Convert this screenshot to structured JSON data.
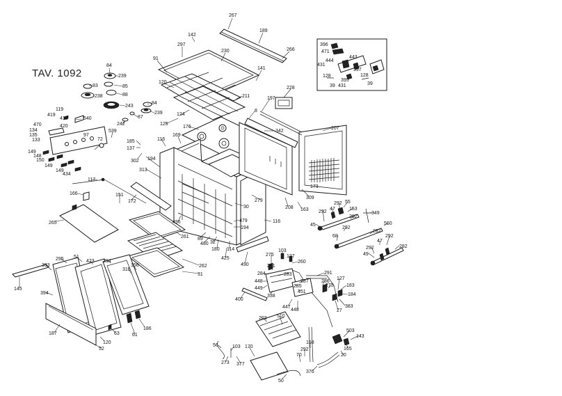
{
  "title": "TAV. 1092",
  "callouts": [
    {
      "id": "c267",
      "text": "267"
    },
    {
      "id": "c189",
      "text": "189"
    },
    {
      "id": "c142",
      "text": "142"
    },
    {
      "id": "c297",
      "text": "297"
    },
    {
      "id": "c230",
      "text": "230"
    },
    {
      "id": "c266",
      "text": "266"
    },
    {
      "id": "c91",
      "text": "91"
    },
    {
      "id": "c141",
      "text": "141"
    },
    {
      "id": "c84a",
      "text": "84"
    },
    {
      "id": "c239a",
      "text": "239"
    },
    {
      "id": "c83",
      "text": "83"
    },
    {
      "id": "c85",
      "text": "85"
    },
    {
      "id": "c238",
      "text": "238"
    },
    {
      "id": "c88",
      "text": "88"
    },
    {
      "id": "c243",
      "text": "243"
    },
    {
      "id": "c84b",
      "text": "84"
    },
    {
      "id": "c239b",
      "text": "239"
    },
    {
      "id": "c87",
      "text": "87"
    },
    {
      "id": "c242",
      "text": "242"
    },
    {
      "id": "c120a",
      "text": "120"
    },
    {
      "id": "c211",
      "text": "211"
    },
    {
      "id": "c228",
      "text": "228"
    },
    {
      "id": "c197",
      "text": "197"
    },
    {
      "id": "c124",
      "text": "124"
    },
    {
      "id": "c8",
      "text": "8"
    },
    {
      "id": "c125",
      "text": "125"
    },
    {
      "id": "c176",
      "text": "176"
    },
    {
      "id": "c342",
      "text": "342"
    },
    {
      "id": "c207",
      "text": "207"
    },
    {
      "id": "c119",
      "text": "119"
    },
    {
      "id": "c418",
      "text": "418"
    },
    {
      "id": "c540",
      "text": "540"
    },
    {
      "id": "c419",
      "text": "419"
    },
    {
      "id": "c420",
      "text": "420"
    },
    {
      "id": "c470",
      "text": "470"
    },
    {
      "id": "c134",
      "text": "134"
    },
    {
      "id": "c135",
      "text": "135"
    },
    {
      "id": "c133",
      "text": "133"
    },
    {
      "id": "c97",
      "text": "97"
    },
    {
      "id": "c72",
      "text": "72"
    },
    {
      "id": "c539",
      "text": "539"
    },
    {
      "id": "c169",
      "text": "169"
    },
    {
      "id": "c116a",
      "text": "116"
    },
    {
      "id": "c185",
      "text": "185"
    },
    {
      "id": "c137",
      "text": "137"
    },
    {
      "id": "c302",
      "text": "302"
    },
    {
      "id": "c149a",
      "text": "149"
    },
    {
      "id": "c148",
      "text": "148"
    },
    {
      "id": "c150",
      "text": "150"
    },
    {
      "id": "c149b",
      "text": "149"
    },
    {
      "id": "c149c",
      "text": "149"
    },
    {
      "id": "c434",
      "text": "434"
    },
    {
      "id": "c194a",
      "text": "194"
    },
    {
      "id": "c313",
      "text": "313"
    },
    {
      "id": "c117",
      "text": "117"
    },
    {
      "id": "c173",
      "text": "173"
    },
    {
      "id": "c166",
      "text": "166"
    },
    {
      "id": "c151",
      "text": "151"
    },
    {
      "id": "c172",
      "text": "172"
    },
    {
      "id": "c279",
      "text": "279"
    },
    {
      "id": "c309",
      "text": "309"
    },
    {
      "id": "c208",
      "text": "208"
    },
    {
      "id": "c163",
      "text": "163"
    },
    {
      "id": "c30",
      "text": "30"
    },
    {
      "id": "c265",
      "text": "265"
    },
    {
      "id": "c496",
      "text": "496"
    },
    {
      "id": "c479",
      "text": "479"
    },
    {
      "id": "c194b",
      "text": "194"
    },
    {
      "id": "c116b",
      "text": "116"
    },
    {
      "id": "c261",
      "text": "261"
    },
    {
      "id": "c89",
      "text": "89"
    },
    {
      "id": "c480",
      "text": "480"
    },
    {
      "id": "c32",
      "text": "32"
    },
    {
      "id": "c180",
      "text": "180"
    },
    {
      "id": "c114",
      "text": "114"
    },
    {
      "id": "c425",
      "text": "425"
    },
    {
      "id": "c490",
      "text": "490"
    },
    {
      "id": "c262",
      "text": "262"
    },
    {
      "id": "c31",
      "text": "31"
    },
    {
      "id": "c292a",
      "text": "292"
    },
    {
      "id": "c47a",
      "text": "47"
    },
    {
      "id": "c292b",
      "text": "292"
    },
    {
      "id": "c55",
      "text": "55"
    },
    {
      "id": "c153",
      "text": "153"
    },
    {
      "id": "c349",
      "text": "349"
    },
    {
      "id": "c282a",
      "text": "282"
    },
    {
      "id": "c45",
      "text": "45"
    },
    {
      "id": "c560",
      "text": "560"
    },
    {
      "id": "c292c",
      "text": "292"
    },
    {
      "id": "c68",
      "text": "68"
    },
    {
      "id": "c282b",
      "text": "282"
    },
    {
      "id": "c47b",
      "text": "47"
    },
    {
      "id": "c292d",
      "text": "292"
    },
    {
      "id": "c292e",
      "text": "292"
    },
    {
      "id": "c49",
      "text": "49"
    },
    {
      "id": "c282c",
      "text": "282"
    },
    {
      "id": "c103a",
      "text": "103"
    },
    {
      "id": "c275a",
      "text": "275"
    },
    {
      "id": "c127a",
      "text": "127"
    },
    {
      "id": "c201",
      "text": "201"
    },
    {
      "id": "c260",
      "text": "260"
    },
    {
      "id": "c284",
      "text": "284"
    },
    {
      "id": "c283",
      "text": "283"
    },
    {
      "id": "c448a",
      "text": "448"
    },
    {
      "id": "c449",
      "text": "449"
    },
    {
      "id": "c338",
      "text": "338"
    },
    {
      "id": "c291",
      "text": "291"
    },
    {
      "id": "c287",
      "text": "287"
    },
    {
      "id": "c285",
      "text": "285"
    },
    {
      "id": "c451",
      "text": "451"
    },
    {
      "id": "c286",
      "text": "286"
    },
    {
      "id": "c127b",
      "text": "127"
    },
    {
      "id": "c275b",
      "text": "275"
    },
    {
      "id": "c183",
      "text": "183"
    },
    {
      "id": "c184",
      "text": "184"
    },
    {
      "id": "c27",
      "text": "27"
    },
    {
      "id": "c383",
      "text": "383"
    },
    {
      "id": "c447",
      "text": "447"
    },
    {
      "id": "c448b",
      "text": "448"
    },
    {
      "id": "c400",
      "text": "400"
    },
    {
      "id": "c295",
      "text": "295"
    },
    {
      "id": "c51",
      "text": "51"
    },
    {
      "id": "c423",
      "text": "423"
    },
    {
      "id": "c294",
      "text": "294"
    },
    {
      "id": "c315",
      "text": "315"
    },
    {
      "id": "c156",
      "text": "156"
    },
    {
      "id": "c393",
      "text": "393"
    },
    {
      "id": "c145",
      "text": "145"
    },
    {
      "id": "c394",
      "text": "394"
    },
    {
      "id": "c186",
      "text": "186"
    },
    {
      "id": "c61",
      "text": "61"
    },
    {
      "id": "c63",
      "text": "63"
    },
    {
      "id": "c187",
      "text": "187"
    },
    {
      "id": "c120b",
      "text": "120"
    },
    {
      "id": "c52",
      "text": "52"
    },
    {
      "id": "c203",
      "text": "203"
    },
    {
      "id": "c510",
      "text": "510"
    },
    {
      "id": "c56",
      "text": "56"
    },
    {
      "id": "c103b",
      "text": "103"
    },
    {
      "id": "c273",
      "text": "273"
    },
    {
      "id": "c377",
      "text": "377"
    },
    {
      "id": "c170",
      "text": "170"
    },
    {
      "id": "c168",
      "text": "168"
    },
    {
      "id": "c292f",
      "text": "292"
    },
    {
      "id": "c70",
      "text": "70"
    },
    {
      "id": "c376",
      "text": "376"
    },
    {
      "id": "c50",
      "text": "50"
    },
    {
      "id": "c503",
      "text": "503"
    },
    {
      "id": "c143",
      "text": "143"
    },
    {
      "id": "c165",
      "text": "165"
    },
    {
      "id": "c20",
      "text": "20"
    },
    {
      "id": "c396",
      "text": "396"
    },
    {
      "id": "c471",
      "text": "471"
    },
    {
      "id": "c443",
      "text": "443"
    },
    {
      "id": "c431a",
      "text": "431"
    },
    {
      "id": "c444",
      "text": "444"
    },
    {
      "id": "c397",
      "text": "397"
    },
    {
      "id": "c128a",
      "text": "128"
    },
    {
      "id": "c128b",
      "text": "128"
    },
    {
      "id": "c395",
      "text": "395"
    },
    {
      "id": "c39a",
      "text": "39"
    },
    {
      "id": "c431b",
      "text": "431"
    },
    {
      "id": "c39b",
      "text": "39"
    }
  ]
}
